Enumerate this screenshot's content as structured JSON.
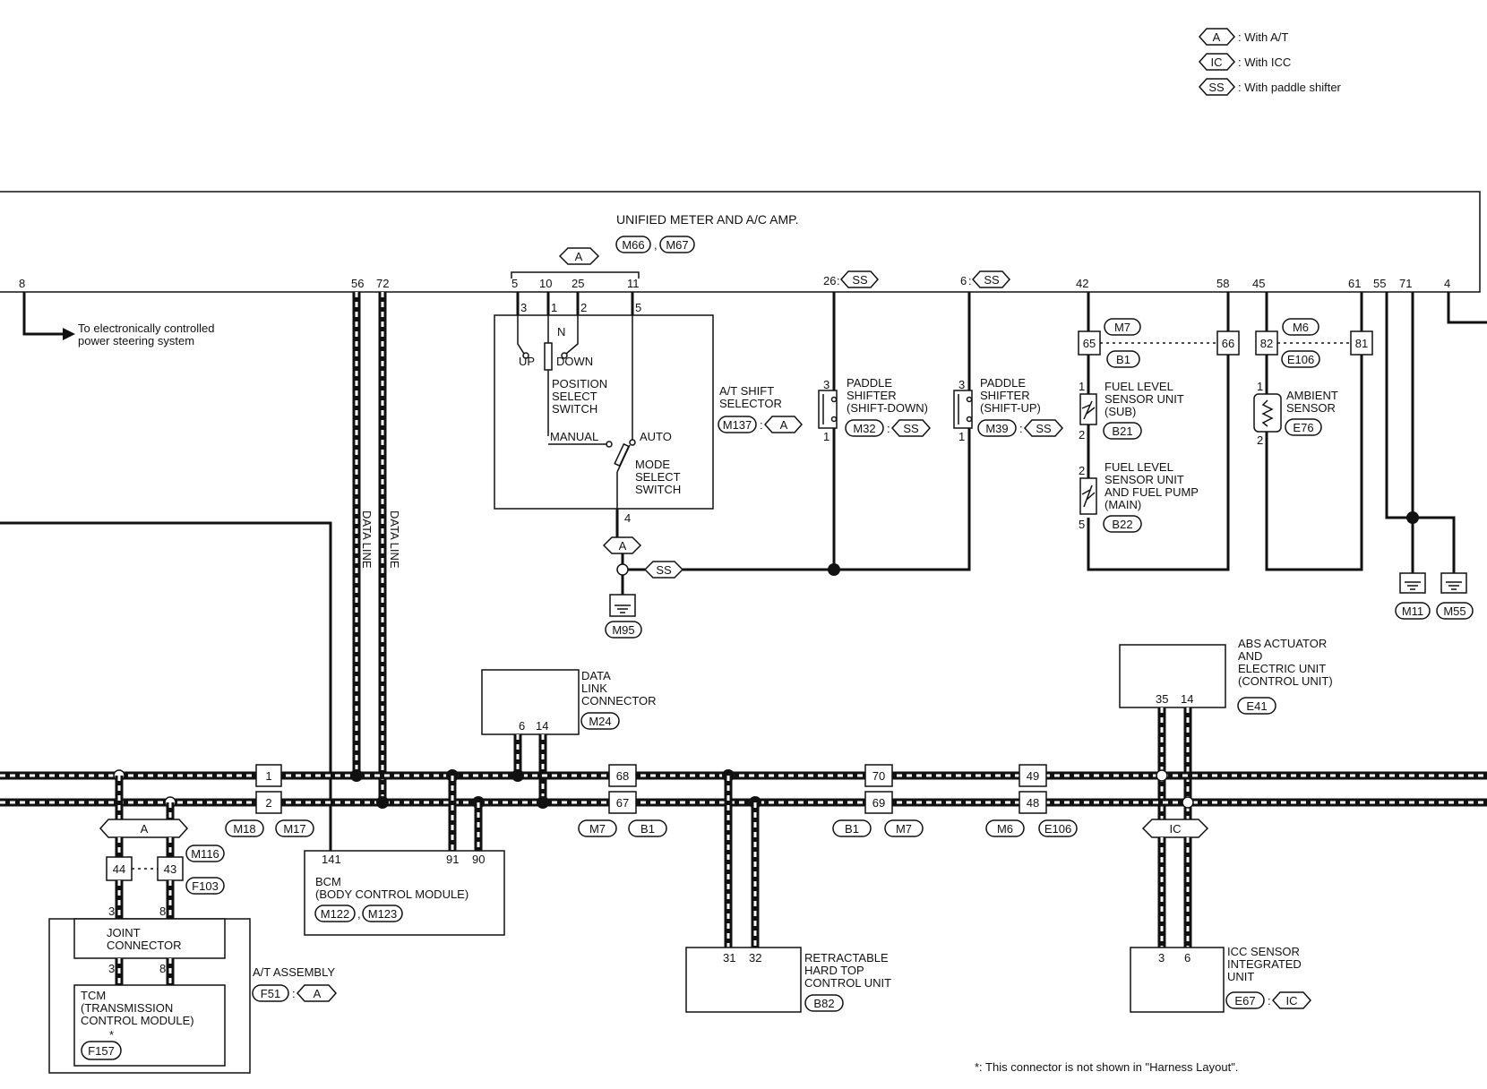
{
  "legend": [
    {
      "tag": "A",
      "text": ": With A/T"
    },
    {
      "tag": "IC",
      "text": ": With ICC"
    },
    {
      "tag": "SS",
      "text": ": With paddle shifter"
    }
  ],
  "unified_meter": {
    "title": "UNIFIED METER AND A/C AMP.",
    "connectors": [
      "M66",
      "M67"
    ],
    "sep": ","
  },
  "power_steering_note": [
    "To electronically controlled",
    "power steering system"
  ],
  "pins_top": {
    "p8": "8",
    "p56": "56",
    "p72": "72",
    "p5": "5",
    "p10": "10",
    "p25": "25",
    "p11": "11",
    "p26": "26",
    "p6": "6",
    "p42": "42",
    "p58": "58",
    "p45": "45",
    "p61": "61",
    "p55": "55",
    "p71": "71",
    "p4": "4"
  },
  "colon": ":",
  "selector": {
    "pins": {
      "a": "3",
      "b": "1",
      "c": "2",
      "d": "5",
      "e": "4"
    },
    "n_label": "N",
    "up_label": "UP",
    "down_label": "DOWN",
    "pos_switch": [
      "POSITION",
      "SELECT",
      "SWITCH"
    ],
    "manual_label": "MANUAL",
    "auto_label": "AUTO",
    "mode_switch": [
      "MODE",
      "SELECT",
      "SWITCH"
    ],
    "title": [
      "A/T SHIFT",
      "SELECTOR"
    ],
    "connector": "M137",
    "tag": "A"
  },
  "data_line": "DATA LINE",
  "ground": {
    "m95": "M95",
    "m11": "M11",
    "m55": "M55"
  },
  "paddle_down": {
    "title": [
      "PADDLE",
      "SHIFTER",
      "(SHIFT-DOWN)"
    ],
    "connector": "M32",
    "tag": "SS",
    "pin_top": "3",
    "pin_bot": "1"
  },
  "paddle_up": {
    "title": [
      "PADDLE",
      "SHIFTER",
      "(SHIFT-UP)"
    ],
    "connector": "M39",
    "tag": "SS",
    "pin_top": "3",
    "pin_bot": "1"
  },
  "fuel": {
    "m7": "M7",
    "b1": "B1",
    "p65": "65",
    "p66": "66",
    "sub_title": [
      "FUEL LEVEL",
      "SENSOR UNIT",
      "(SUB)"
    ],
    "sub_conn": "B21",
    "sub_p1": "1",
    "sub_p2": "2",
    "main_title": [
      "FUEL LEVEL",
      "SENSOR UNIT",
      "AND FUEL PUMP",
      "(MAIN)"
    ],
    "main_conn": "B22",
    "main_p2": "2",
    "main_p5": "5"
  },
  "ambient": {
    "m6": "M6",
    "e106": "E106",
    "p82": "82",
    "p81": "81",
    "title": [
      "AMBIENT",
      "SENSOR"
    ],
    "connector": "E76",
    "p1": "1",
    "p2": "2"
  },
  "dlc": {
    "title": [
      "DATA",
      "LINK",
      "CONNECTOR"
    ],
    "connector": "M24",
    "p6": "6",
    "p14": "14"
  },
  "abs": {
    "title": [
      "ABS ACTUATOR",
      "AND",
      "ELECTRIC UNIT",
      "(CONTROL UNIT)"
    ],
    "connector": "E41",
    "p35": "35",
    "p14": "14"
  },
  "bus": {
    "j1": {
      "top": "1",
      "bot": "2",
      "c1": "M18",
      "c2": "M17"
    },
    "j2": {
      "top": "68",
      "bot": "67",
      "c1": "M7",
      "c2": "B1"
    },
    "j3": {
      "top": "70",
      "bot": "69",
      "c1": "B1",
      "c2": "M7"
    },
    "j4": {
      "top": "49",
      "bot": "48",
      "c1": "M6",
      "c2": "E106"
    }
  },
  "joint": {
    "p44": "44",
    "p43": "43",
    "m116": "M116",
    "f103": "F103",
    "pin3": "3",
    "pin8": "8",
    "title": [
      "JOINT",
      "CONNECTOR"
    ]
  },
  "tcm": {
    "title": [
      "TCM",
      "(TRANSMISSION",
      " CONTROL MODULE)"
    ],
    "star": "*",
    "connector": "F157",
    "pin3": "3",
    "pin8": "8"
  },
  "at_assembly": {
    "title": "A/T ASSEMBLY",
    "connector": "F51",
    "tag": "A"
  },
  "bcm": {
    "title": [
      "BCM",
      "(BODY CONTROL MODULE)"
    ],
    "connectors": [
      "M122",
      "M123"
    ],
    "sep": ",",
    "p141": "141",
    "p91": "91",
    "p90": "90"
  },
  "hardtop": {
    "title": [
      "RETRACTABLE",
      "HARD TOP",
      "CONTROL UNIT"
    ],
    "connector": "B82",
    "p31": "31",
    "p32": "32"
  },
  "icc": {
    "title": [
      "ICC SENSOR",
      "INTEGRATED",
      "UNIT"
    ],
    "connector": "E67",
    "tag": "IC",
    "p3": "3",
    "p6": "6"
  },
  "tags": {
    "a": "A",
    "ss": "SS",
    "ic": "IC"
  },
  "footnote": "*: This connector is not shown in \"Harness Layout\"."
}
